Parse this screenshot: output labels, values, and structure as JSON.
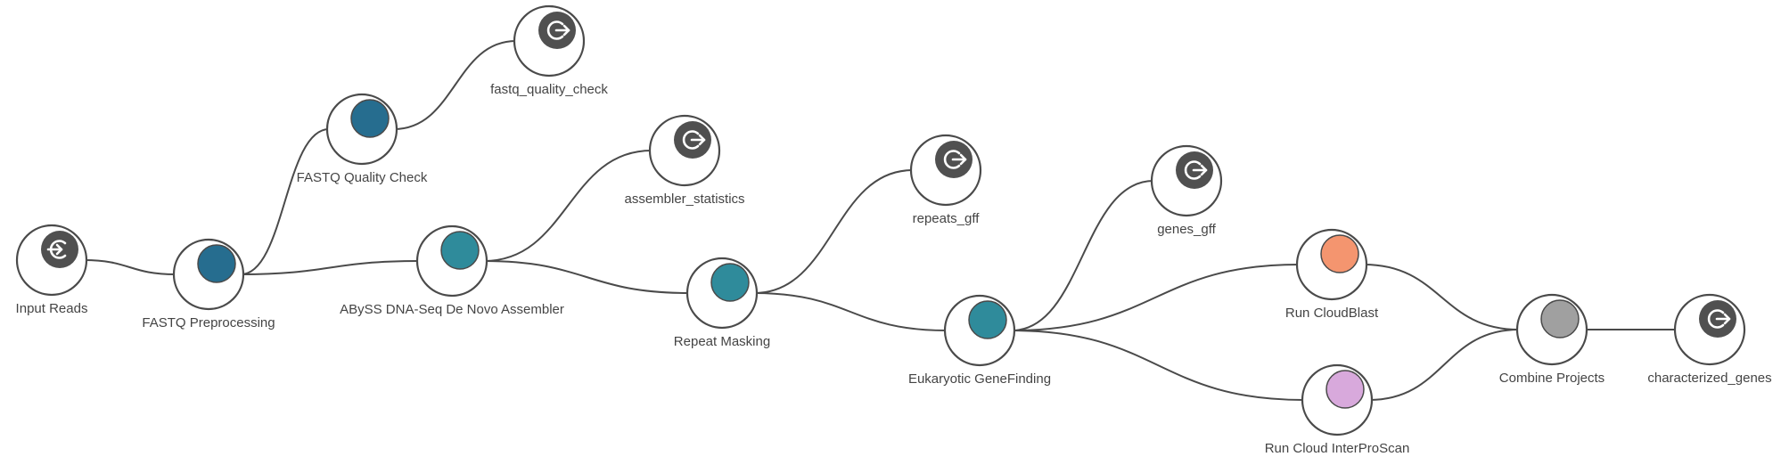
{
  "nodes": [
    {
      "id": "input_reads",
      "label": "Input Reads",
      "kind": "input",
      "color": "#505050",
      "icon": "sign-in-icon"
    },
    {
      "id": "fastq_preprocessing",
      "label": "FASTQ Preprocessing",
      "kind": "step",
      "color": "#266d8f"
    },
    {
      "id": "fastq_quality_check_step",
      "label": "FASTQ Quality Check",
      "kind": "step",
      "color": "#266d8f"
    },
    {
      "id": "fastq_quality_check_out",
      "label": "fastq_quality_check",
      "kind": "output",
      "color": "#505050",
      "icon": "sign-out-icon"
    },
    {
      "id": "abyss",
      "label": "ABySS DNA-Seq De Novo Assembler",
      "kind": "step",
      "color": "#2f8b9b"
    },
    {
      "id": "assembler_statistics",
      "label": "assembler_statistics",
      "kind": "output",
      "color": "#505050",
      "icon": "sign-out-icon"
    },
    {
      "id": "repeat_masking",
      "label": "Repeat Masking",
      "kind": "step",
      "color": "#2f8b9b"
    },
    {
      "id": "repeats_gff",
      "label": "repeats_gff",
      "kind": "output",
      "color": "#505050",
      "icon": "sign-out-icon"
    },
    {
      "id": "eukaryotic_genefinding",
      "label": "Eukaryotic GeneFinding",
      "kind": "step",
      "color": "#2f8b9b"
    },
    {
      "id": "genes_gff",
      "label": "genes_gff",
      "kind": "output",
      "color": "#505050",
      "icon": "sign-out-icon"
    },
    {
      "id": "run_cloudblast",
      "label": "Run CloudBlast",
      "kind": "step",
      "color": "#f4956f"
    },
    {
      "id": "run_interproscan",
      "label": "Run Cloud InterProScan",
      "kind": "step",
      "color": "#d8a9dc"
    },
    {
      "id": "combine_projects",
      "label": "Combine Projects",
      "kind": "step",
      "color": "#a0a0a0"
    },
    {
      "id": "characterized_genes",
      "label": "characterized_genes",
      "kind": "output",
      "color": "#505050",
      "icon": "sign-out-icon"
    }
  ],
  "edges": [
    {
      "from": "input_reads",
      "to": "fastq_preprocessing"
    },
    {
      "from": "fastq_preprocessing",
      "to": "fastq_quality_check_step"
    },
    {
      "from": "fastq_preprocessing",
      "to": "abyss"
    },
    {
      "from": "fastq_quality_check_step",
      "to": "fastq_quality_check_out"
    },
    {
      "from": "abyss",
      "to": "assembler_statistics"
    },
    {
      "from": "abyss",
      "to": "repeat_masking"
    },
    {
      "from": "repeat_masking",
      "to": "repeats_gff"
    },
    {
      "from": "repeat_masking",
      "to": "eukaryotic_genefinding"
    },
    {
      "from": "eukaryotic_genefinding",
      "to": "genes_gff"
    },
    {
      "from": "eukaryotic_genefinding",
      "to": "run_cloudblast"
    },
    {
      "from": "eukaryotic_genefinding",
      "to": "run_interproscan"
    },
    {
      "from": "run_cloudblast",
      "to": "combine_projects"
    },
    {
      "from": "run_interproscan",
      "to": "combine_projects"
    },
    {
      "from": "combine_projects",
      "to": "characterized_genes"
    }
  ]
}
